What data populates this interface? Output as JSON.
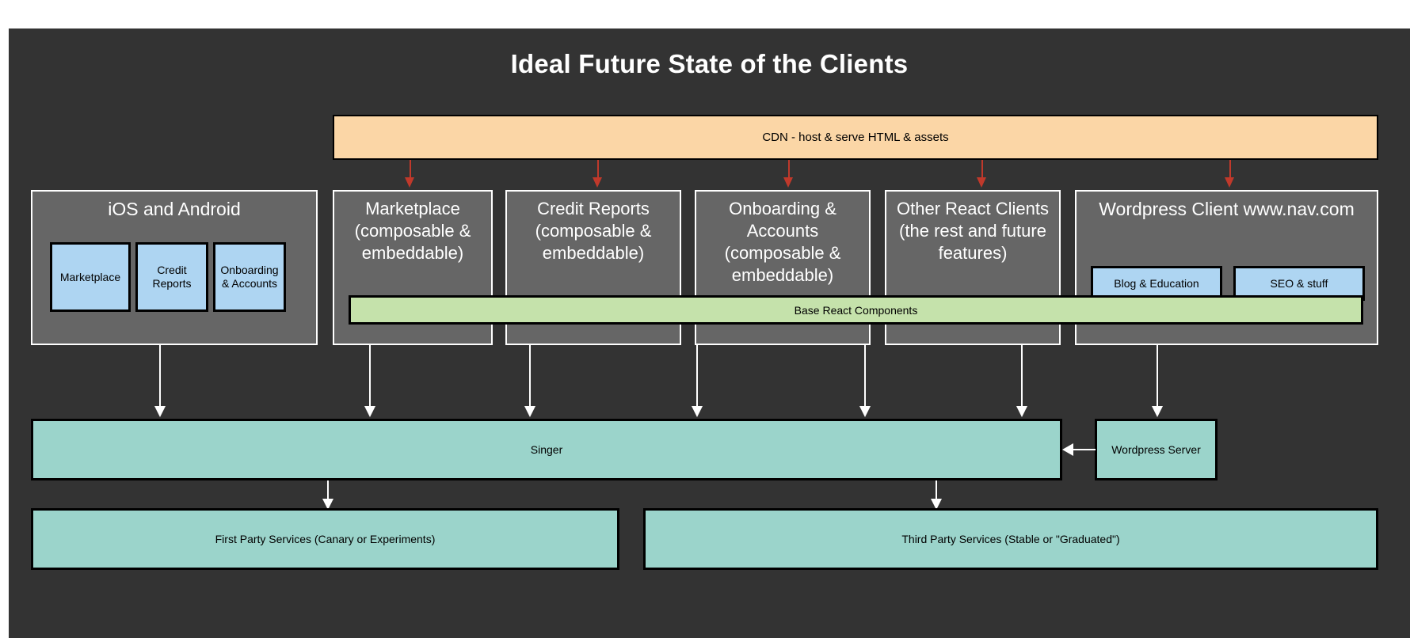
{
  "title": "Ideal Future State of the Clients",
  "colors": {
    "background": "#333333",
    "cdn": "#fbd6a6",
    "panel": "#666666",
    "blue_box": "#aed5f2",
    "green_bar": "#c5e2ab",
    "teal_box": "#9bd4cb",
    "red_arrow": "#c0392b",
    "white_arrow": "#ffffff"
  },
  "cdn": {
    "label": "CDN - host & serve HTML & assets"
  },
  "clients": [
    {
      "id": "ios-android",
      "title": "iOS and Android",
      "children": [
        {
          "label": "Marketplace"
        },
        {
          "label": "Credit Reports"
        },
        {
          "label": "Onboarding & Accounts"
        }
      ]
    },
    {
      "id": "marketplace",
      "title": "Marketplace (composable & embeddable)",
      "children": []
    },
    {
      "id": "credit-reports",
      "title": "Credit Reports (composable & embeddable)",
      "children": []
    },
    {
      "id": "onboarding-accounts",
      "title": "Onboarding & Accounts (composable & embeddable)",
      "children": []
    },
    {
      "id": "other-react-clients",
      "title": "Other React Clients (the rest and future features)",
      "children": []
    },
    {
      "id": "wordpress-client",
      "title": "Wordpress Client www.nav.com",
      "children": [
        {
          "label": "Blog & Education"
        },
        {
          "label": "SEO & stuff"
        }
      ]
    }
  ],
  "base_components": {
    "label": "Base React Components"
  },
  "middleware": {
    "singer_label": "Singer",
    "wordpress_server_label": "Wordpress Server"
  },
  "services": [
    {
      "label": "First Party Services (Canary or Experiments)"
    },
    {
      "label": "Third Party Services (Stable or \"Graduated\")"
    }
  ]
}
